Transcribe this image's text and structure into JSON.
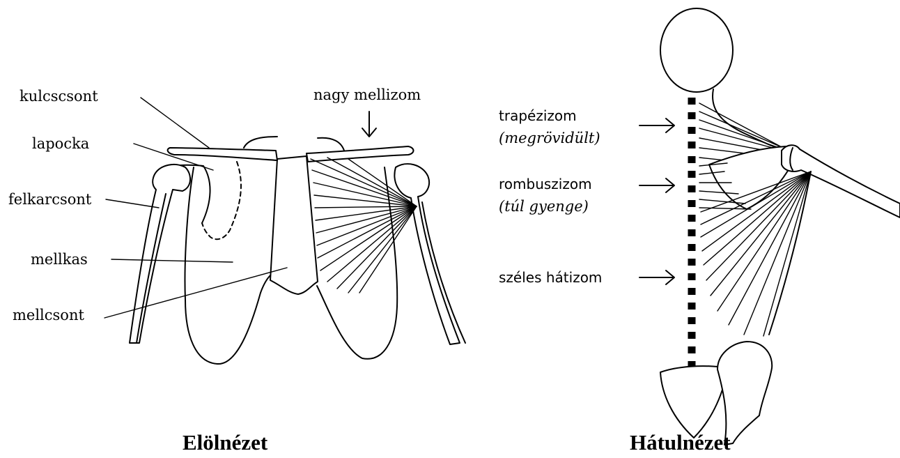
{
  "front": {
    "labels": {
      "clavicle": "kulcscsont",
      "scapula": "lapocka",
      "humerus": "felkarcsont",
      "ribcage": "mellkas",
      "sternum": "mellcsont",
      "pectoralis": "nagy mellizom"
    },
    "caption": "Elölnézet"
  },
  "back": {
    "labels": {
      "trapezius": "trapézizom",
      "trapezius_note": "(megrövidült)",
      "rhomboid": "rombuszizom",
      "rhomboid_note": "(túl gyenge)",
      "latissimus": "széles hátizom"
    },
    "caption": "Hátulnézet"
  }
}
